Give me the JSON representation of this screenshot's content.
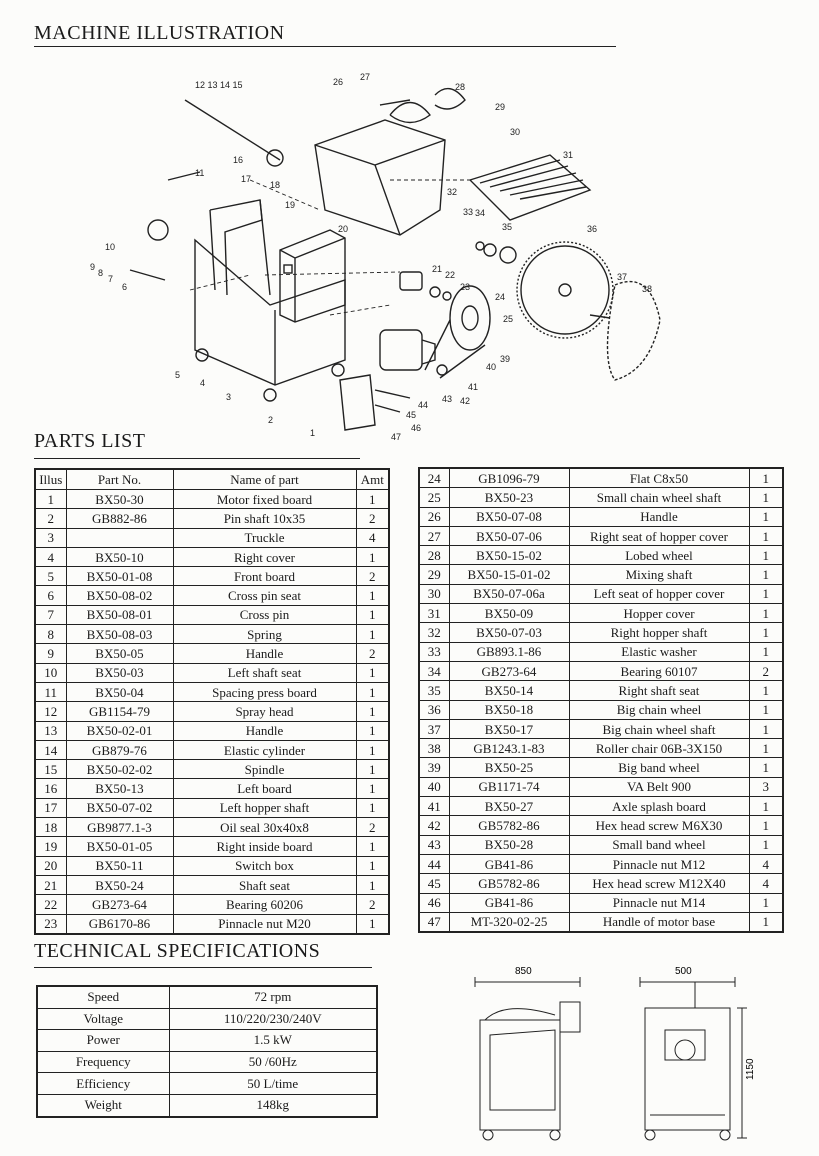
{
  "illustration": {
    "title": "MACHINE ILLUSTRATION",
    "callouts": [
      "12 13 14 15",
      "26",
      "27",
      "28",
      "29",
      "30",
      "31",
      "16",
      "17",
      "18",
      "11",
      "19",
      "32",
      "33",
      "34",
      "35",
      "36",
      "10",
      "20",
      "9",
      "8",
      "7",
      "6",
      "21",
      "22",
      "23",
      "24",
      "37",
      "38",
      "25",
      "39",
      "40",
      "41",
      "42",
      "43",
      "44",
      "45",
      "46",
      "47",
      "5",
      "4",
      "3",
      "2",
      "1"
    ]
  },
  "parts_list": {
    "title": "PARTS LIST",
    "headers": [
      "Illus",
      "Part No.",
      "Name of part",
      "Amt"
    ],
    "left_rows": [
      [
        "1",
        "BX50-30",
        "Motor fixed board",
        "1"
      ],
      [
        "2",
        "GB882-86",
        "Pin shaft 10x35",
        "2"
      ],
      [
        "3",
        "",
        "Truckle",
        "4"
      ],
      [
        "4",
        "BX50-10",
        "Right cover",
        "1"
      ],
      [
        "5",
        "BX50-01-08",
        "Front board",
        "2"
      ],
      [
        "6",
        "BX50-08-02",
        "Cross pin seat",
        "1"
      ],
      [
        "7",
        "BX50-08-01",
        "Cross pin",
        "1"
      ],
      [
        "8",
        "BX50-08-03",
        "Spring",
        "1"
      ],
      [
        "9",
        "BX50-05",
        "Handle",
        "2"
      ],
      [
        "10",
        "BX50-03",
        "Left shaft seat",
        "1"
      ],
      [
        "11",
        "BX50-04",
        "Spacing press board",
        "1"
      ],
      [
        "12",
        "GB1154-79",
        "Spray head",
        "1"
      ],
      [
        "13",
        "BX50-02-01",
        "Handle",
        "1"
      ],
      [
        "14",
        "GB879-76",
        "Elastic cylinder",
        "1"
      ],
      [
        "15",
        "BX50-02-02",
        "Spindle",
        "1"
      ],
      [
        "16",
        "BX50-13",
        "Left board",
        "1"
      ],
      [
        "17",
        "BX50-07-02",
        "Left hopper shaft",
        "1"
      ],
      [
        "18",
        "GB9877.1-3",
        "Oil seal 30x40x8",
        "2"
      ],
      [
        "19",
        "BX50-01-05",
        "Right inside board",
        "1"
      ],
      [
        "20",
        "BX50-11",
        "Switch box",
        "1"
      ],
      [
        "21",
        "BX50-24",
        "Shaft seat",
        "1"
      ],
      [
        "22",
        "GB273-64",
        "Bearing 60206",
        "2"
      ],
      [
        "23",
        "GB6170-86",
        "Pinnacle nut M20",
        "1"
      ]
    ],
    "right_rows": [
      [
        "24",
        "GB1096-79",
        "Flat C8x50",
        "1"
      ],
      [
        "25",
        "BX50-23",
        "Small chain wheel shaft",
        "1"
      ],
      [
        "26",
        "BX50-07-08",
        "Handle",
        "1"
      ],
      [
        "27",
        "BX50-07-06",
        "Right seat of hopper cover",
        "1"
      ],
      [
        "28",
        "BX50-15-02",
        "Lobed wheel",
        "1"
      ],
      [
        "29",
        "BX50-15-01-02",
        "Mixing shaft",
        "1"
      ],
      [
        "30",
        "BX50-07-06a",
        "Left seat of hopper cover",
        "1"
      ],
      [
        "31",
        "BX50-09",
        "Hopper cover",
        "1"
      ],
      [
        "32",
        "BX50-07-03",
        "Right hopper shaft",
        "1"
      ],
      [
        "33",
        "GB893.1-86",
        "Elastic washer",
        "1"
      ],
      [
        "34",
        "GB273-64",
        "Bearing 60107",
        "2"
      ],
      [
        "35",
        "BX50-14",
        "Right shaft seat",
        "1"
      ],
      [
        "36",
        "BX50-18",
        "Big chain wheel",
        "1"
      ],
      [
        "37",
        "BX50-17",
        "Big chain wheel shaft",
        "1"
      ],
      [
        "38",
        "GB1243.1-83",
        "Roller chair 06B-3X150",
        "1"
      ],
      [
        "39",
        "BX50-25",
        "Big band wheel",
        "1"
      ],
      [
        "40",
        "GB1171-74",
        "VA Belt 900",
        "3"
      ],
      [
        "41",
        "BX50-27",
        "Axle splash board",
        "1"
      ],
      [
        "42",
        "GB5782-86",
        "Hex head screw M6X30",
        "1"
      ],
      [
        "43",
        "BX50-28",
        "Small band wheel",
        "1"
      ],
      [
        "44",
        "GB41-86",
        "Pinnacle nut M12",
        "4"
      ],
      [
        "45",
        "GB5782-86",
        "Hex head screw M12X40",
        "4"
      ],
      [
        "46",
        "GB41-86",
        "Pinnacle nut M14",
        "1"
      ],
      [
        "47",
        "MT-320-02-25",
        "Handle of motor base",
        "1"
      ]
    ]
  },
  "specs": {
    "title": "TECHNICAL SPECIFICATIONS",
    "rows": [
      [
        "Speed",
        "72 rpm"
      ],
      [
        "Voltage",
        "110/220/230/240V"
      ],
      [
        "Power",
        "1.5 kW"
      ],
      [
        "Frequency",
        "50 /60Hz"
      ],
      [
        "Efficiency",
        "50 L/time"
      ],
      [
        "Weight",
        "148kg"
      ]
    ]
  },
  "dimensions": {
    "width": "850",
    "depth": "500",
    "height": "1150"
  }
}
